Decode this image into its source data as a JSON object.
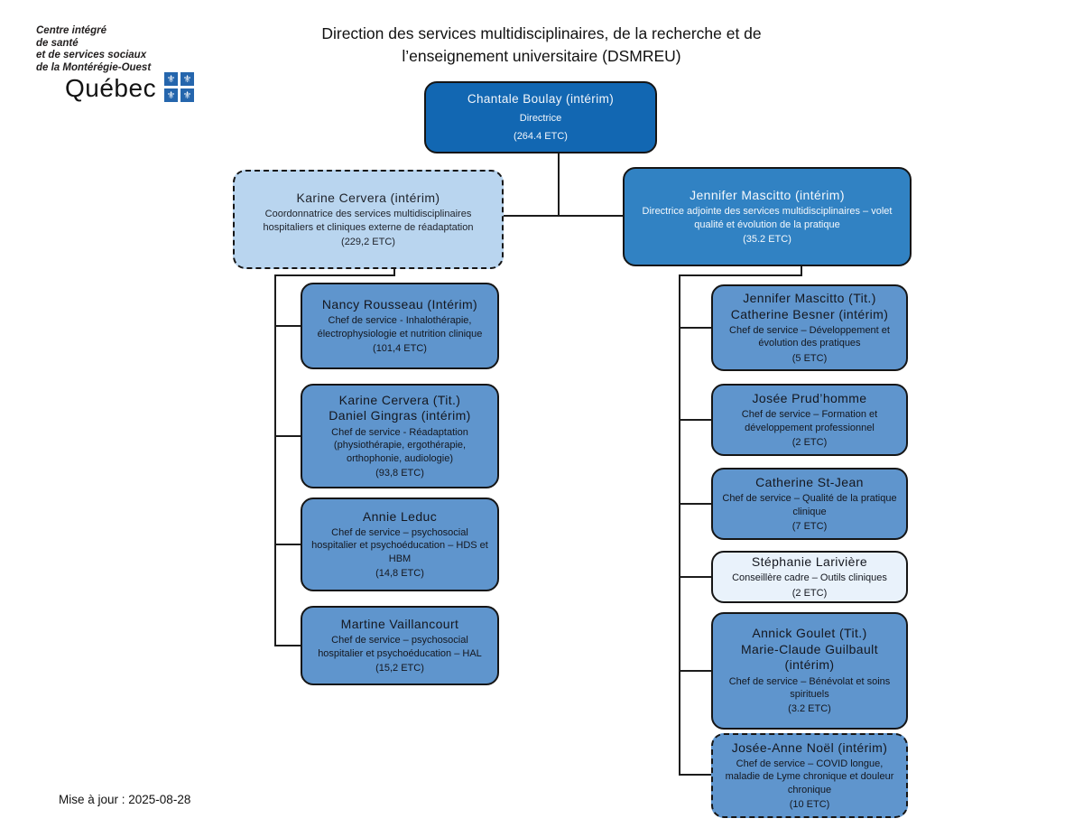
{
  "logo": {
    "org_lines": [
      "Centre intégré",
      "de santé",
      "et de services sociaux",
      "de la Montérégie-Ouest"
    ],
    "wordmark": "Québec",
    "flag_icon": "quebec-flag-fleur-de-lis",
    "flag_glyph": "⚜",
    "flag_color": "#2566ad"
  },
  "title": {
    "line1": "Direction des services multidisciplinaires, de la recherche et de",
    "line2": "l’enseignement universitaire (DSMREU)"
  },
  "footer": {
    "updated_label": "Mise à jour : 2025-08-28"
  },
  "colors": {
    "root_box": "#1267b2",
    "adjointe_box": "#3182c3",
    "coordinator_box": "#b9d5ef",
    "child_box": "#5f95cd",
    "light_box": "#e9f2fb",
    "border": "#151515"
  },
  "org": {
    "root": {
      "name": "Chantale Boulay (intérim)",
      "role": "Directrice",
      "etc": "(264.4 ETC)"
    },
    "coordinator": {
      "name": "Karine Cervera (intérim)",
      "role": "Coordonnatrice des services multidisciplinaires hospitaliers et cliniques externe de réadaptation",
      "etc": "(229,2 ETC)"
    },
    "adjointe": {
      "name": "Jennifer Mascitto (intérim)",
      "role": "Directrice adjointe des services multidisciplinaires – volet qualité et évolution de la pratique",
      "etc": "(35.2 ETC)"
    },
    "left": [
      {
        "name": "Nancy Rousseau (Intérim)",
        "role": "Chef de service - Inhalothérapie, électrophysiologie et nutrition clinique",
        "etc": "(101,4 ETC)"
      },
      {
        "name": "Karine Cervera (Tit.)",
        "name2": "Daniel Gingras (intérim)",
        "role": "Chef de service - Réadaptation (physiothérapie, ergothérapie, orthophonie, audiologie)",
        "etc": "(93,8 ETC)"
      },
      {
        "name": "Annie Leduc",
        "role": "Chef de service – psychosocial hospitalier et psychoéducation – HDS et HBM",
        "etc": "(14,8 ETC)"
      },
      {
        "name": "Martine Vaillancourt",
        "role": "Chef de service – psychosocial hospitalier et psychoéducation – HAL",
        "etc": "(15,2 ETC)"
      }
    ],
    "right": [
      {
        "name": "Jennifer Mascitto (Tit.)",
        "name2": "Catherine Besner (intérim)",
        "role": "Chef de service – Développement et évolution des pratiques",
        "etc": "(5 ETC)"
      },
      {
        "name": "Josée Prud’homme",
        "role": "Chef de service – Formation et développement professionnel",
        "etc": "(2 ETC)"
      },
      {
        "name": "Catherine St-Jean",
        "role": "Chef de service – Qualité de la pratique clinique",
        "etc": "(7 ETC)"
      },
      {
        "name": "Stéphanie Larivière",
        "role": "Conseillère cadre – Outils cliniques",
        "etc": "(2 ETC)"
      },
      {
        "name": "Annick Goulet (Tit.)",
        "name2": "Marie-Claude Guilbault (intérim)",
        "role": "Chef de service – Bénévolat et soins spirituels",
        "etc": "(3.2 ETC)"
      },
      {
        "name": "Josée-Anne Noël (intérim)",
        "role": "Chef de service – COVID longue, maladie de Lyme chronique et douleur chronique",
        "etc": "(10 ETC)"
      }
    ]
  }
}
